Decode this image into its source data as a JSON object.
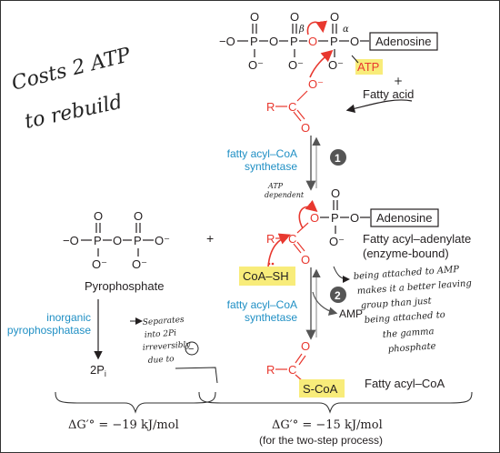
{
  "handwritten": {
    "left_note": [
      "Costs 2 ATP",
      "to rebuild"
    ],
    "atp_dependent": [
      "ATP",
      "dependent"
    ],
    "separates": [
      "Separates",
      "into 2Pi",
      "irreversibly",
      "due to"
    ],
    "minus_symbol": "−",
    "right_note": [
      "being attached to AMP",
      "makes it a better leaving",
      "group than just",
      "being attached to",
      "the gamma",
      "phosphate"
    ],
    "beta": "β",
    "alpha": "α",
    "plus": "+"
  },
  "top": {
    "o_minus": "−O",
    "p": "P",
    "o": "O",
    "o_charged": "O⁻",
    "adenosine": "Adenosine",
    "atp": "ATP"
  },
  "fatty_acid": {
    "r": "R",
    "c": "C",
    "o": "O",
    "o_minus": "O⁻",
    "label": "Fatty acid"
  },
  "step1": {
    "number": "1",
    "enzyme": [
      "fatty acyl–CoA",
      "synthetase"
    ]
  },
  "step2": {
    "number": "2",
    "enzyme": [
      "fatty acyl–CoA",
      "synthetase"
    ],
    "amp": "AMP"
  },
  "pyrophosphate": {
    "label": "Pyrophosphate",
    "enzyme": [
      "inorganic",
      "pyrophosphatase"
    ],
    "product": "2P",
    "product_sub": "i",
    "plus": "+"
  },
  "adenylate": {
    "adenosine": "Adenosine",
    "label": [
      "Fatty acyl–adenylate",
      "(enzyme-bound)"
    ],
    "coa_sh": "CoA–SH"
  },
  "acyl_coa": {
    "s_coa": "S-CoA",
    "label": "Fatty acyl–CoA"
  },
  "energy": {
    "left": "ΔG′° = −19 kJ/mol",
    "right": "ΔG′° = −15 kJ/mol",
    "right_note": "(for the two-step process)"
  },
  "colors": {
    "red": "#e8382f",
    "blue": "#1f8fc4",
    "highlight": "#f8ec7a",
    "black": "#231f20",
    "gray": "#888888"
  }
}
